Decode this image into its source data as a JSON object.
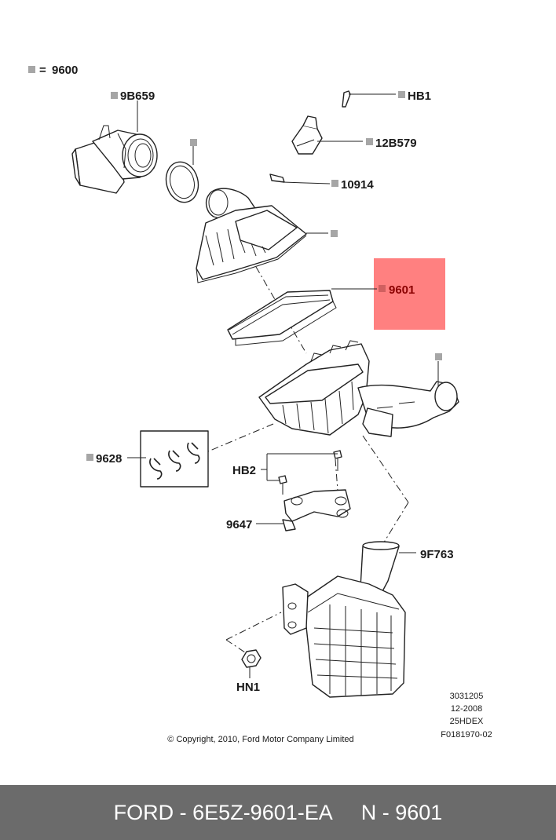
{
  "legend": {
    "equals": "=",
    "assembly": "9600"
  },
  "labels": {
    "l9b659": "9B659",
    "lhb1": "HB1",
    "l12b579": "12B579",
    "l10914": "10914",
    "l9601": "9601",
    "l9628": "9628",
    "lhb2": "HB2",
    "l9647": "9647",
    "l9f763": "9F763",
    "lhn1": "HN1"
  },
  "info": [
    "3031205",
    "12-2008",
    "25HDEX",
    "F0181970-02"
  ],
  "copyright": "© Copyright, 2010, Ford Motor Company Limited",
  "footer": {
    "part_number": "FORD - 6E5Z-9601-EA",
    "reference": "N - 9601"
  },
  "colors": {
    "highlight": "#ff8080",
    "marker": "#a6a6a6",
    "footer_bg": "#6b6b6b"
  }
}
